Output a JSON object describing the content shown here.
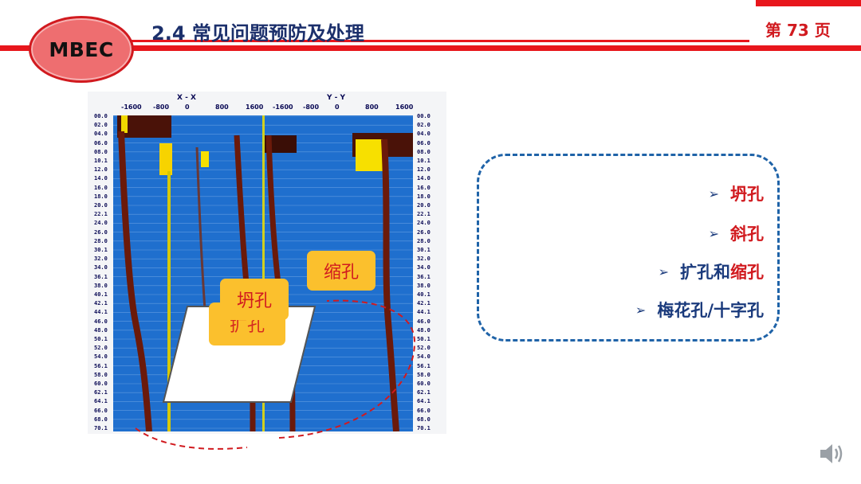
{
  "header": {
    "logo_text": "MBEC",
    "title": "2.4 常见问题预防及处理",
    "page_label": "第 73  页",
    "accent_color": "#e8161c"
  },
  "log_chart": {
    "x_ticks": [
      "-1600",
      "-800",
      "0",
      "800",
      "1600",
      "-1600",
      "-800",
      "0",
      "800",
      "1600"
    ],
    "axis_label_left": "X - X",
    "axis_label_right": "Y - Y",
    "depth_labels": [
      "00.0",
      "02.0",
      "04.0",
      "06.0",
      "08.0",
      "10.1",
      "12.0",
      "14.0",
      "16.0",
      "18.0",
      "20.0",
      "22.1",
      "24.0",
      "26.0",
      "28.0",
      "30.1",
      "32.0",
      "34.0",
      "36.1",
      "38.0",
      "40.1",
      "42.1",
      "44.1",
      "46.0",
      "48.0",
      "50.1",
      "52.0",
      "54.0",
      "56.1",
      "58.0",
      "60.0",
      "62.1",
      "64.1",
      "66.0",
      "68.0",
      "70.1"
    ]
  },
  "overlay_labels": {
    "collapse": "坍孔",
    "collapse_shadow": "扩孔",
    "shrink": "缩孔"
  },
  "bullets": [
    {
      "parts": [
        {
          "text": "坍孔",
          "color": "red"
        }
      ]
    },
    {
      "parts": [
        {
          "text": "斜孔",
          "color": "red"
        }
      ]
    },
    {
      "parts": [
        {
          "text": "扩孔和",
          "color": "blue"
        },
        {
          "text": "缩孔",
          "color": "red"
        }
      ]
    },
    {
      "parts": [
        {
          "text": "梅花孔/十字孔",
          "color": "blue"
        }
      ]
    }
  ],
  "bullet_marker": "➢",
  "icons": {
    "speaker": "speaker-icon"
  }
}
